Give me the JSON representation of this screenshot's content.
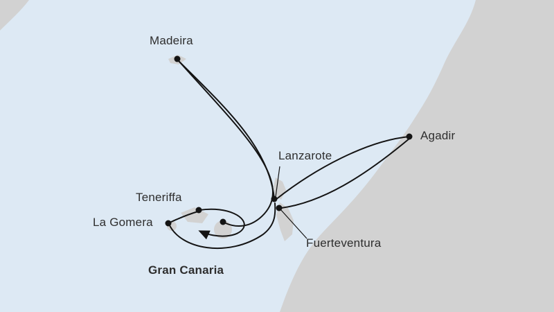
{
  "map": {
    "kind": "cruise-route-map",
    "region": "Canary Islands, Madeira & Morocco",
    "colors": {
      "sea": "#dde9f4",
      "land": "#d2d2d2",
      "route": "#141414",
      "label": "#2e2e2e"
    },
    "ports": {
      "madeira": {
        "name": "Madeira"
      },
      "agadir": {
        "name": "Agadir"
      },
      "lanzarote": {
        "name": "Lanzarote"
      },
      "teneriffa": {
        "name": "Teneriffa"
      },
      "la_gomera": {
        "name": "La Gomera"
      },
      "fuerteventura": {
        "name": "Fuerteventura"
      },
      "gran_canaria": {
        "name": "Gran Canaria"
      }
    },
    "route_stops": [
      "Gran Canaria",
      "Madeira",
      "Lanzarote",
      "Agadir",
      "Fuerteventura",
      "Teneriffa",
      "La Gomera",
      "Gran Canaria"
    ]
  }
}
